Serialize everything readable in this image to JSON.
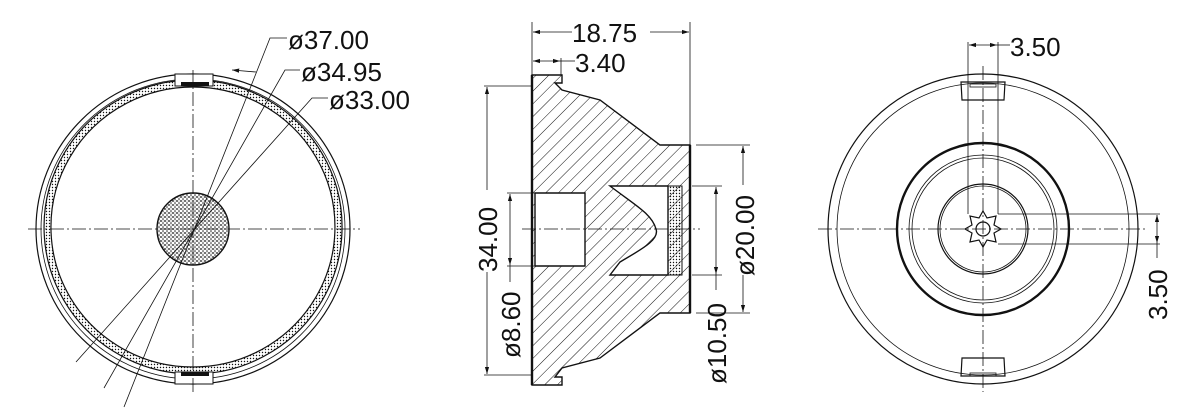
{
  "drawing": {
    "front_view": {
      "dimensions": [
        "ø37.00",
        "ø34.95",
        "ø33.00"
      ]
    },
    "section_view": {
      "overall_length": "18.75",
      "flange_width": "3.40",
      "outer_height": "34.00",
      "bore_diameter": "ø8.60",
      "face_diameter": "ø20.00",
      "cavity_diameter": "ø10.50"
    },
    "rear_view": {
      "slot_width": "3.50",
      "slot_height": "3.50"
    }
  }
}
